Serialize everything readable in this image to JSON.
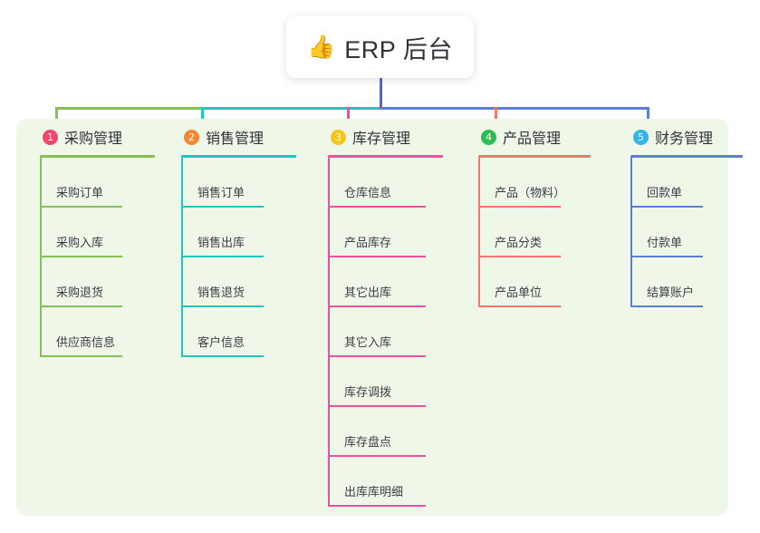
{
  "root": {
    "emoji": "👍",
    "emoji_name": "thumbs-up-icon",
    "title": "ERP 后台"
  },
  "diagram": {
    "type": "mindmap",
    "panel_background": "#eef7e8",
    "card_background": "#ffffff"
  },
  "columns": [
    {
      "index": "1",
      "title": "采购管理",
      "badge_color": "#f4476b",
      "line_color": "#86bf56",
      "items": [
        "采购订单",
        "采购入库",
        "采购退货",
        "供应商信息"
      ]
    },
    {
      "index": "2",
      "title": "销售管理",
      "badge_color": "#f58634",
      "line_color": "#20c6bd",
      "items": [
        "销售订单",
        "销售出库",
        "销售退货",
        "客户信息"
      ]
    },
    {
      "index": "3",
      "title": "库存管理",
      "badge_color": "#f5c518",
      "line_color": "#e8519c",
      "items": [
        "仓库信息",
        "产品库存",
        "其它出库",
        "其它入库",
        "库存调拨",
        "库存盘点",
        "出库库明细"
      ]
    },
    {
      "index": "4",
      "title": "产品管理",
      "badge_color": "#2dbd4e",
      "line_color": "#f4766e",
      "items": [
        "产品（物料）",
        "产品分类",
        "产品单位"
      ]
    },
    {
      "index": "5",
      "title": "财务管理",
      "badge_color": "#32b6ea",
      "line_color": "#5b7fd4",
      "items": [
        "回款单",
        "付款单",
        "结算账户"
      ]
    }
  ],
  "connectors": {
    "trunk_color": "#5b5fd4",
    "bus_segments": [
      {
        "color": "#86bf56"
      },
      {
        "color": "#20c6bd"
      },
      {
        "color": "#5b7fd4"
      }
    ]
  }
}
